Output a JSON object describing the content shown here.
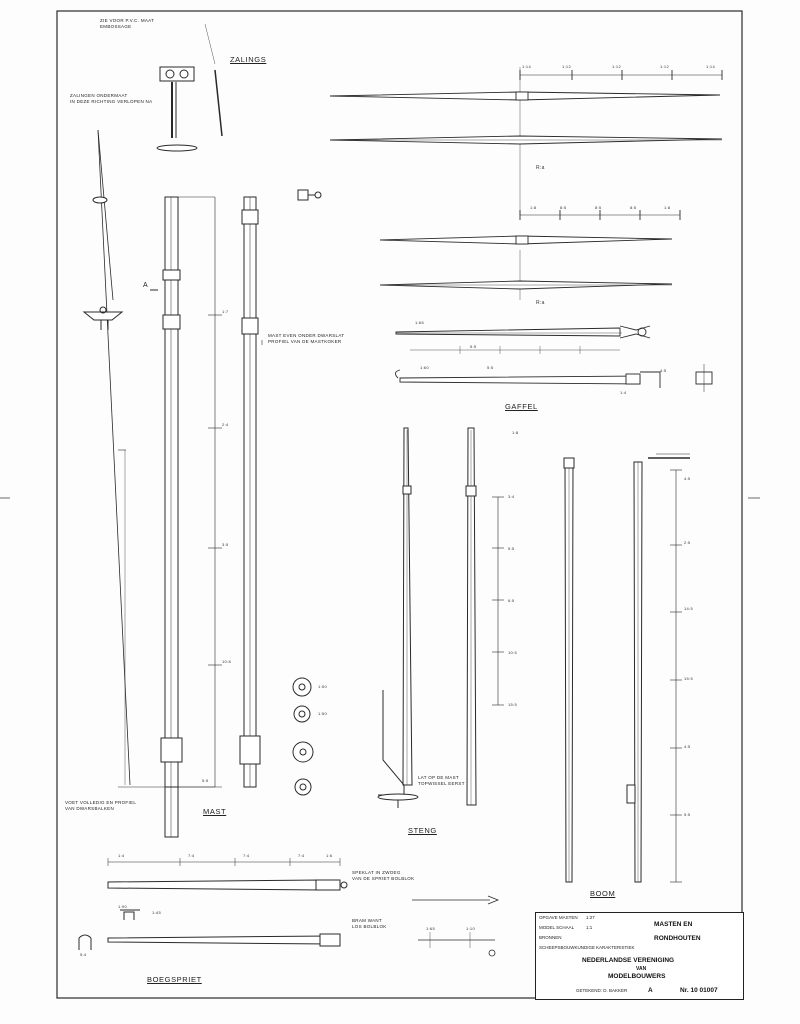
{
  "corner_note": "ZIE VOOR P.V.C. MAAT\nEMBOSSAGE",
  "sections": {
    "zalings": "ZALINGS",
    "mast": "MAST",
    "gaffel": "GAFFEL",
    "steng": "STENG",
    "boom": "BOOM",
    "boegspriet": "BOEGSPRIET"
  },
  "notes": {
    "zalings_note": "ZALINGEN ONDERMAAT\nIN DEZE RICHTING VERLOPEN NA",
    "mast_note": "MAST EVEN ONDER DWARSLAT\nPROFIEL VAN DE MASTKOKER",
    "mast_foot_note": "VOET VOLLEDIG EN PROFIEL\nVAN DWARSBALKEN",
    "steng_note": "LAT OP DE MAST\nTOPWISSEL EERST",
    "boeg_note1": "SPEKLAT IN ZWOEG\nVAN DE SPRIET BOLBLOK",
    "boeg_note2": "BRAM WANT\nLOS BOLBLOK",
    "mast_ref": "A"
  },
  "dimensions": {
    "mast": [
      "1:7",
      "2:4",
      "3:5",
      "10:8",
      "5:5"
    ],
    "steng": [
      "3:4",
      "5:5",
      "6:5",
      "10:5",
      "15:5"
    ],
    "boom": [
      "4:5",
      "2:5",
      "14:5",
      "15:5",
      "4:5",
      "5:5"
    ],
    "zaling_top": [
      "1:14",
      "1:12",
      "1:12",
      "1:12",
      "1:14"
    ],
    "zaling_lower": [
      "1:8",
      "8:5",
      "8:5",
      "8:5",
      "1:8"
    ],
    "gaffel": [
      "1:66",
      "1:60",
      "5:5",
      "4:5"
    ],
    "boeg": [
      "1:4",
      "7:4",
      "7:4",
      "7:4",
      "1:6"
    ],
    "misc": [
      "R:a",
      "R:a",
      "1:8",
      "5:5",
      "1:4",
      "1:90",
      "1:45",
      "1:65",
      "1:10",
      "1:50",
      "1:50",
      "5:4"
    ]
  },
  "title_block": {
    "row1a": "OPGAVE MASTEN",
    "row1b": "1:27",
    "row2a": "MODEL SCHAAL",
    "row2b": "1:1",
    "row3": "BRONNEN",
    "row4": "SCHEEPSBOUWKUNDIGE",
    "row5": "KARAKTERISTIEK",
    "title1": "MASTEN EN",
    "title2": "RONDHOUTEN",
    "assoc1": "NEDERLANDSE VERENIGING",
    "assoc2": "VAN",
    "assoc3": "MODELBOUWERS",
    "drawn": "GETEKEND: D. BAKKER",
    "sheet": "A",
    "number": "Nr. 10 01007"
  },
  "colors": {
    "ink": "#2a2a2a",
    "paper": "#fdfdfd"
  }
}
